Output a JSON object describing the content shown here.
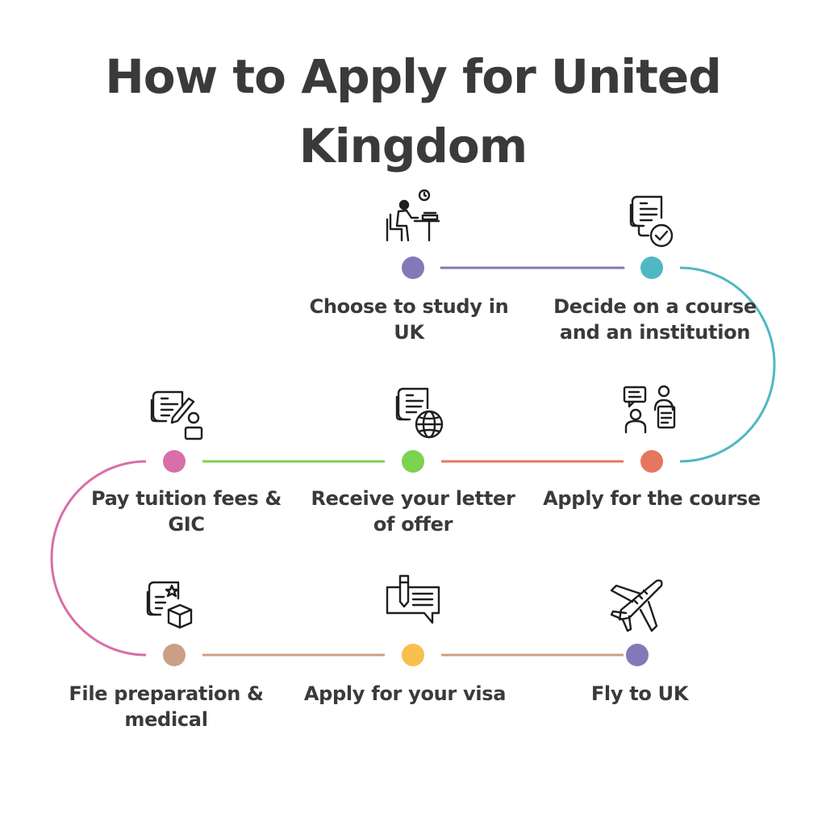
{
  "title": "How to Apply for United Kingdom",
  "steps": [
    {
      "label": "Choose to study in UK",
      "icon": "person-at-desk-icon",
      "color": "#8479b8"
    },
    {
      "label": "Decide on a course and an institution",
      "icon": "document-check-icon",
      "color": "#50b7c4"
    },
    {
      "label": "Apply for the course",
      "icon": "consultation-icon",
      "color": "#e5775f"
    },
    {
      "label": "Receive your letter of offer",
      "icon": "document-globe-icon",
      "color": "#7bd34f"
    },
    {
      "label": "Pay tuition fees & GIC",
      "icon": "document-signing-icon",
      "color": "#d96ea8"
    },
    {
      "label": "File preparation & medical",
      "icon": "document-package-icon",
      "color": "#c9a086"
    },
    {
      "label": "Apply for your visa",
      "icon": "pen-message-icon",
      "color": "#f8bf4d"
    },
    {
      "label": "Fly to UK",
      "icon": "airplane-icon",
      "color": "#8479b8"
    }
  ],
  "connectors": [
    {
      "color": "#8479b8"
    },
    {
      "color": "#50b7c4"
    },
    {
      "color": "#e5775f"
    },
    {
      "color": "#7bd34f"
    },
    {
      "color": "#d96ea8"
    },
    {
      "color": "#c9a086"
    },
    {
      "color": "#c9a086"
    }
  ]
}
